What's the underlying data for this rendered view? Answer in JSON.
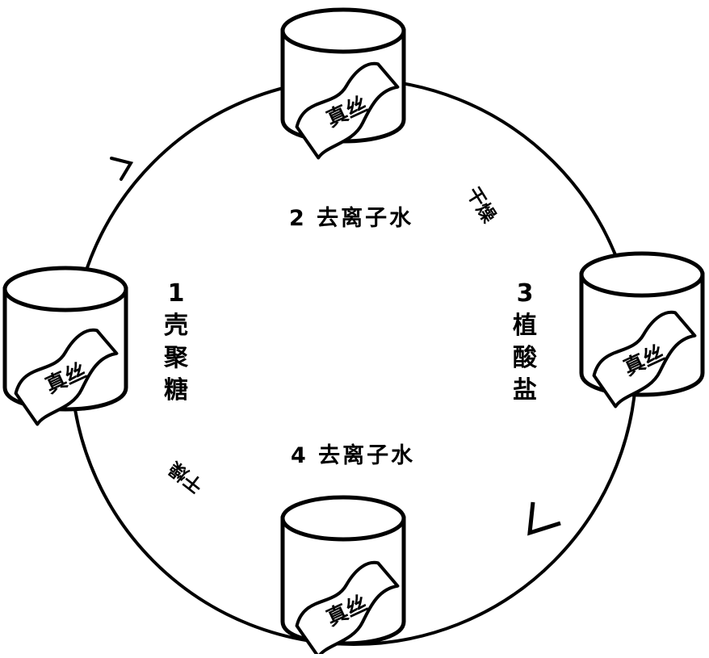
{
  "steps": {
    "step1": {
      "number": "1",
      "chars": [
        "壳",
        "聚",
        "糖"
      ]
    },
    "step2": {
      "label": "2 去离子水"
    },
    "step3": {
      "number": "3",
      "chars": [
        "植",
        "酸",
        "盐"
      ]
    },
    "step4": {
      "label": "4 去离子水"
    }
  },
  "drying": {
    "top_right": "干燥",
    "bottom_left": "干燥"
  },
  "silk_label": "真丝",
  "colors": {
    "line": "#000000",
    "background": "#ffffff"
  }
}
